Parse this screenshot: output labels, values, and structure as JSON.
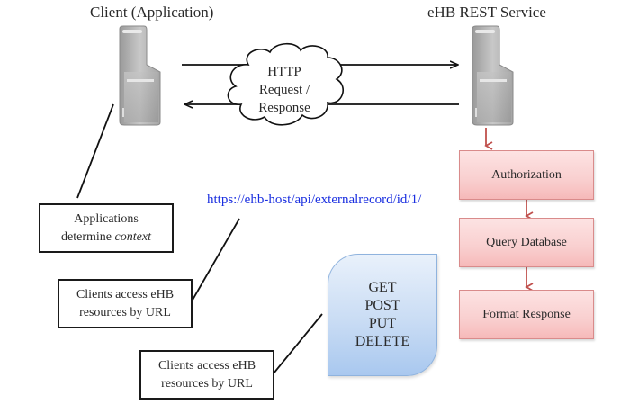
{
  "diagram": {
    "client": {
      "title": "Client (Application)",
      "icon": "server-tower-icon"
    },
    "service": {
      "title": "eHB REST Service",
      "icon": "server-tower-icon"
    },
    "cloud": {
      "icon": "cloud-icon",
      "lines": [
        "HTTP",
        "Request /",
        "Response"
      ]
    },
    "pipeline": {
      "steps": [
        {
          "label": "Authorization"
        },
        {
          "label": "Query Database"
        },
        {
          "label": "Format Response"
        }
      ],
      "colors": {
        "fill": "#f9cfcf",
        "border": "#d98b8b",
        "arrow": "#c0504d"
      }
    },
    "url": {
      "text": "https://ehb-host/api/externalrecord/id/1/",
      "color": "#1a2fe0"
    },
    "methods": {
      "items": [
        "GET",
        "POST",
        "PUT",
        "DELETE"
      ],
      "color": "#c9dcf4"
    },
    "callouts": [
      {
        "line1": "Applications",
        "line2_prefix": "determine ",
        "line2_emphasis": "context"
      },
      {
        "line1": "Clients access eHB",
        "line2": "resources by URL"
      },
      {
        "line1": "Clients access eHB",
        "line2": "resources by URL"
      }
    ]
  }
}
